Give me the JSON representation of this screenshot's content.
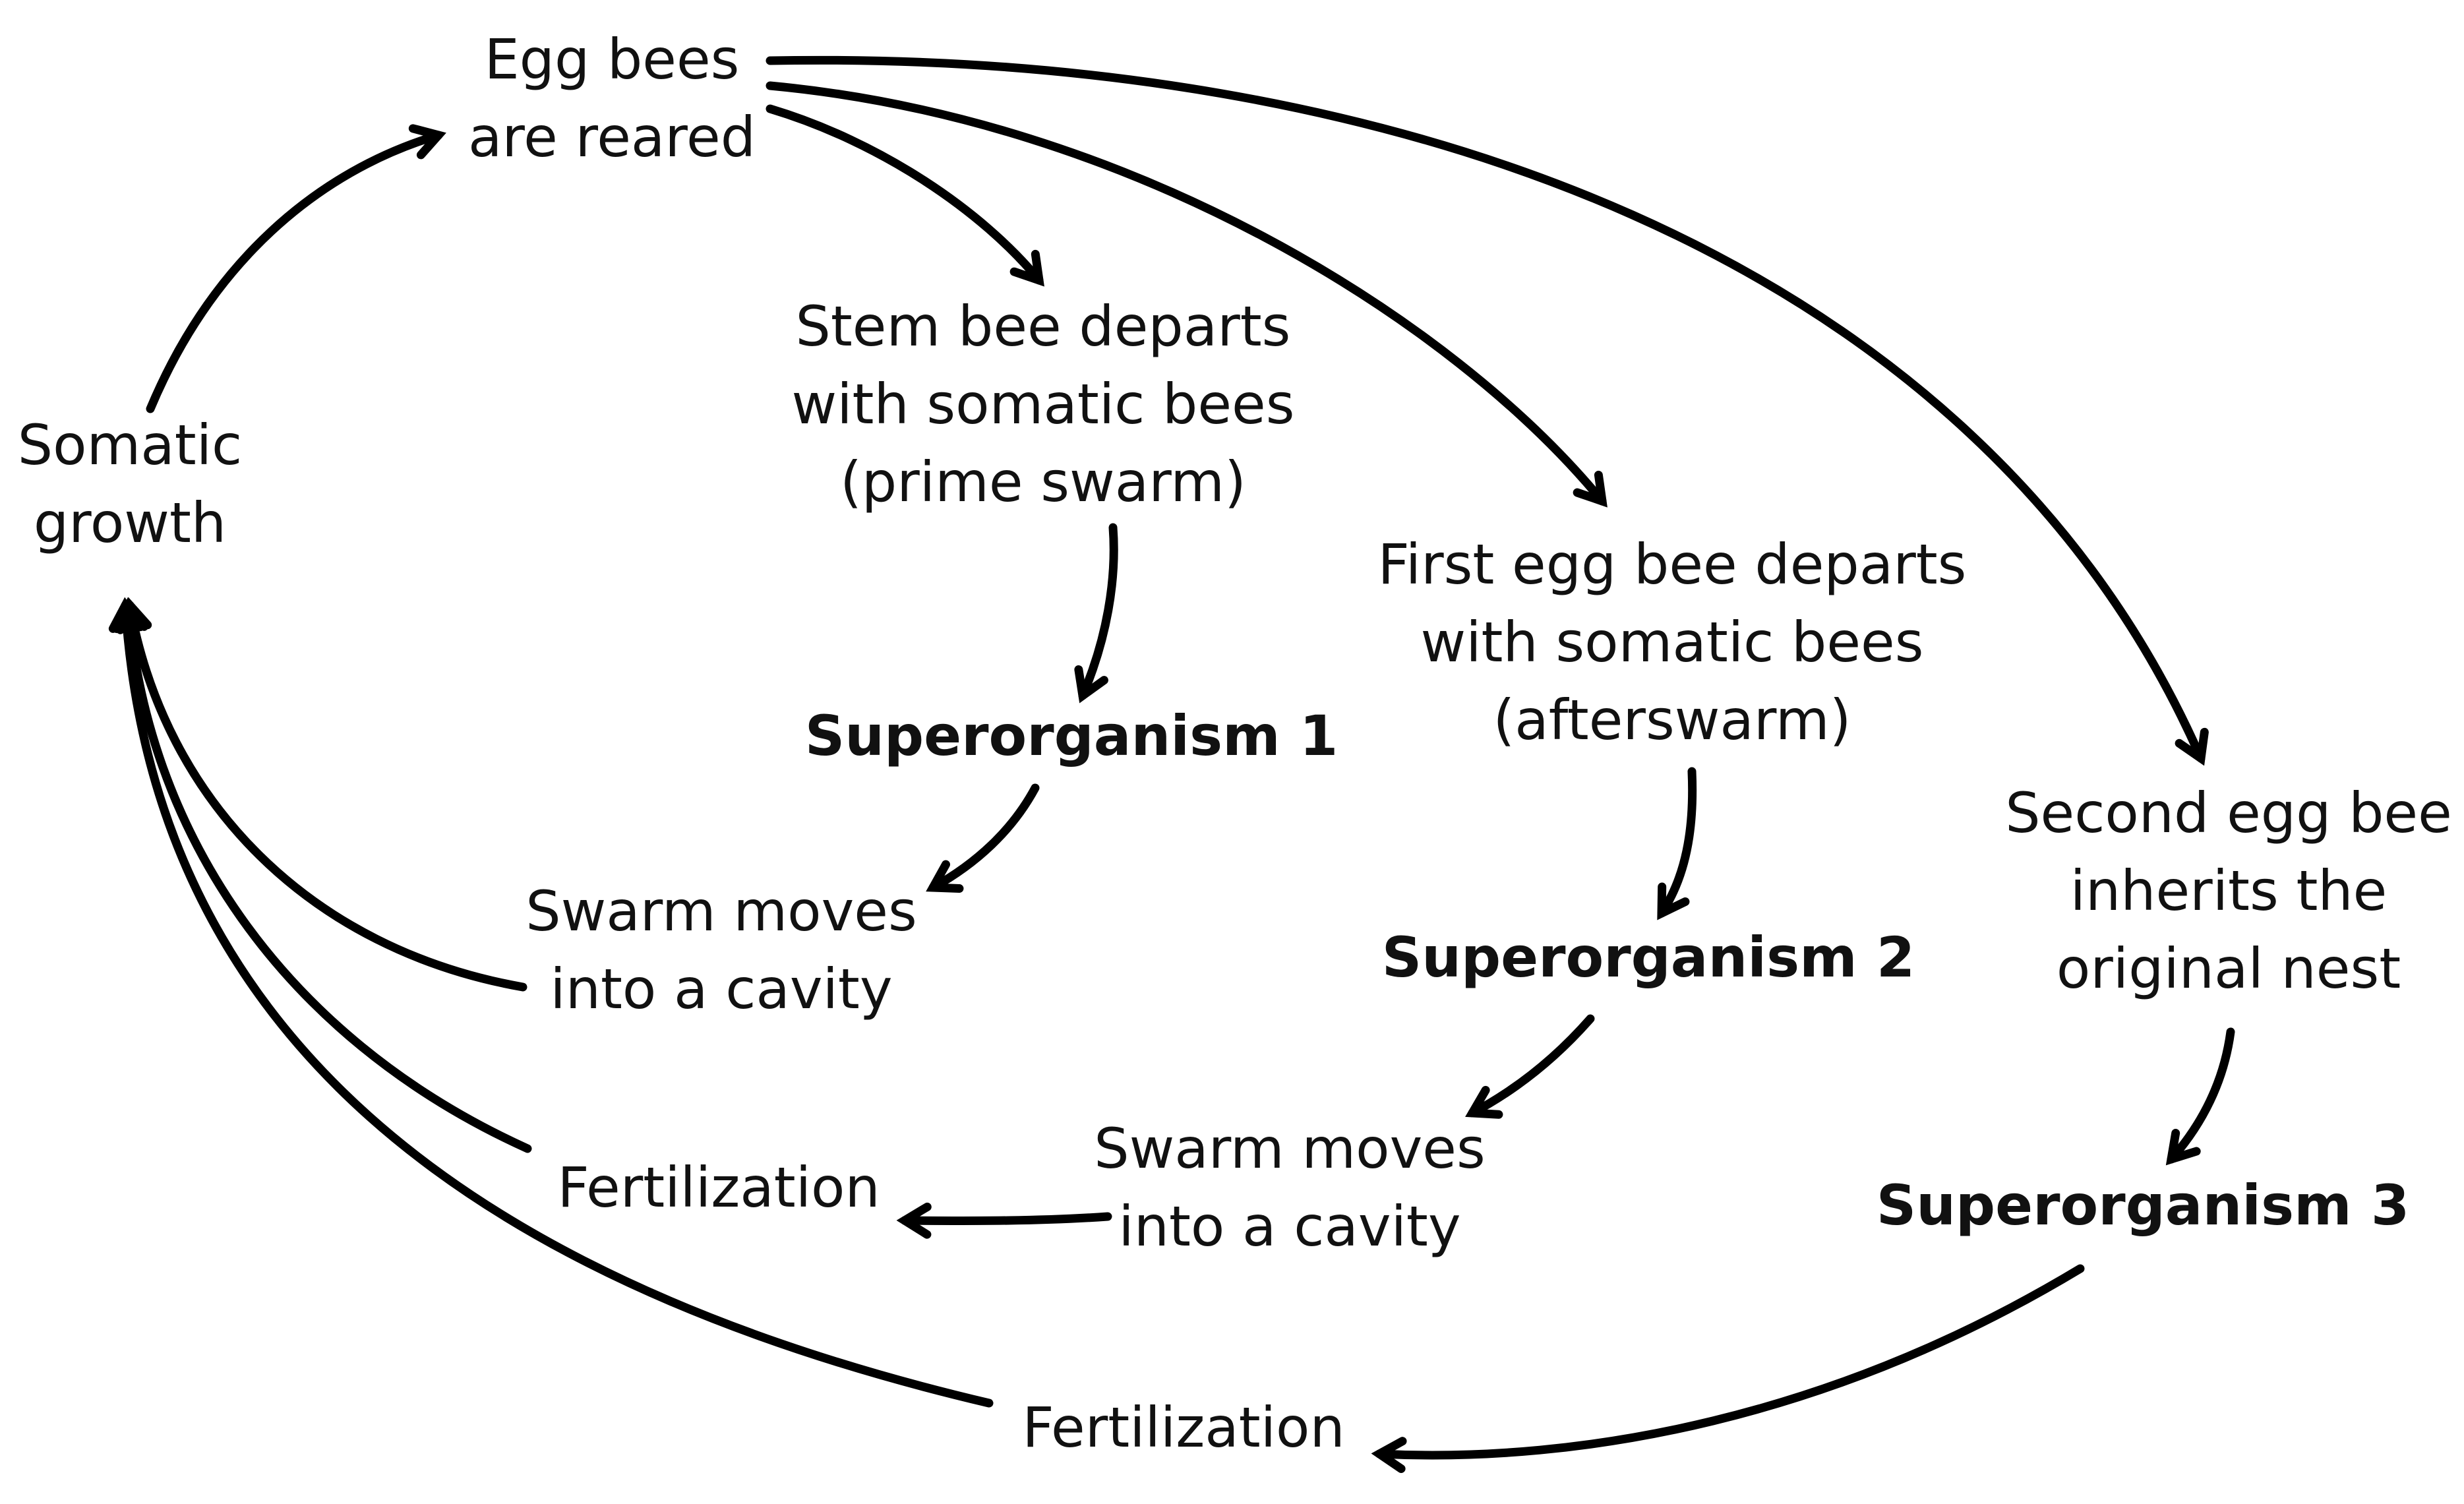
{
  "diagram": {
    "nodes": {
      "egg_bees_reared": {
        "lines": [
          "Egg bees",
          "are reared"
        ],
        "bold": false
      },
      "stem_bee_departs": {
        "lines": [
          "Stem bee departs",
          "with somatic bees",
          "(prime swarm)"
        ],
        "bold": false
      },
      "superorganism_1": {
        "lines": [
          "Superorganism 1"
        ],
        "bold": true
      },
      "swarm_moves_1": {
        "lines": [
          "Swarm moves",
          "into a cavity"
        ],
        "bold": false
      },
      "first_egg_bee_departs": {
        "lines": [
          "First egg bee departs",
          "with somatic bees",
          "(afterswarm)"
        ],
        "bold": false
      },
      "superorganism_2": {
        "lines": [
          "Superorganism 2"
        ],
        "bold": true
      },
      "swarm_moves_2": {
        "lines": [
          "Swarm moves",
          "into a cavity"
        ],
        "bold": false
      },
      "second_egg_bee_inherits": {
        "lines": [
          "Second egg bee",
          "inherits the",
          "original nest"
        ],
        "bold": false
      },
      "superorganism_3": {
        "lines": [
          "Superorganism 3"
        ],
        "bold": true
      },
      "somatic_growth": {
        "lines": [
          "Somatic",
          "growth"
        ],
        "bold": false
      },
      "fertilization_1": {
        "lines": [
          "Fertilization"
        ],
        "bold": false
      },
      "fertilization_2": {
        "lines": [
          "Fertilization"
        ],
        "bold": false
      }
    },
    "edges": [
      {
        "from": "egg_bees_reared",
        "to": "stem_bee_departs"
      },
      {
        "from": "egg_bees_reared",
        "to": "first_egg_bee_departs"
      },
      {
        "from": "egg_bees_reared",
        "to": "second_egg_bee_inherits"
      },
      {
        "from": "stem_bee_departs",
        "to": "superorganism_1"
      },
      {
        "from": "superorganism_1",
        "to": "swarm_moves_1"
      },
      {
        "from": "swarm_moves_1",
        "to": "somatic_growth"
      },
      {
        "from": "first_egg_bee_departs",
        "to": "superorganism_2"
      },
      {
        "from": "superorganism_2",
        "to": "swarm_moves_2"
      },
      {
        "from": "swarm_moves_2",
        "to": "fertilization_1"
      },
      {
        "from": "fertilization_1",
        "to": "somatic_growth"
      },
      {
        "from": "second_egg_bee_inherits",
        "to": "superorganism_3"
      },
      {
        "from": "superorganism_3",
        "to": "fertilization_2"
      },
      {
        "from": "fertilization_2",
        "to": "somatic_growth"
      },
      {
        "from": "somatic_growth",
        "to": "egg_bees_reared"
      }
    ]
  }
}
